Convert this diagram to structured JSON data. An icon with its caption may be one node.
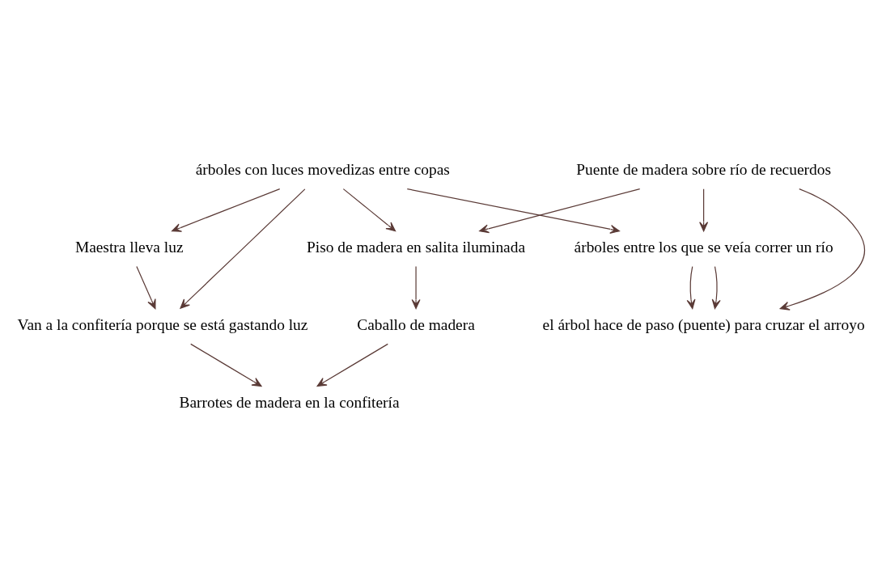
{
  "diagram": {
    "nodes": [
      {
        "text": [
          "Puente de madera sobre río de recuerdos"
        ]
      },
      {
        "text": [
          "árboles con luces movedizas entre copas"
        ]
      },
      {
        "text": [
          "Piso de madera en salita iluminada"
        ]
      },
      {
        "text": [
          "árboles entre los que se veía correr un río"
        ]
      },
      {
        "text": [
          "Caballo de madera"
        ]
      },
      {
        "text": [
          "Maestra lleva luz"
        ]
      },
      {
        "text": [
          "Van a la confitería porque se está gastando luz"
        ]
      },
      {
        "text": [
          "Barrotes de madera en la confitería"
        ]
      },
      {
        "text": [
          "el árbol hace de paso (puente) para cruzar el arroyo"
        ]
      }
    ],
    "edges": [
      {
        "from": 0,
        "to": 2,
        "arrow": "to"
      },
      {
        "from": 0,
        "to": 3,
        "arrow": "to"
      },
      {
        "from": 1,
        "to": 2,
        "arrow": "to"
      },
      {
        "from": 1,
        "to": 3,
        "arrow": "to"
      },
      {
        "from": 1,
        "to": 5,
        "arrow": "to"
      },
      {
        "from": 1,
        "to": 6,
        "arrow": "to"
      },
      {
        "from": 2,
        "to": 4,
        "arrow": "to"
      },
      {
        "from": 5,
        "to": 6,
        "arrow": "to"
      },
      {
        "from": 6,
        "to": 7,
        "arrow": "to"
      },
      {
        "from": 4,
        "to": 7,
        "arrow": "to"
      },
      {
        "from": 3,
        "to": 8,
        "arrow": "to"
      },
      {
        "from": 3,
        "to": 8,
        "arrow": "to"
      },
      {
        "from": 0,
        "to": 8,
        "arrow": "to"
      }
    ]
  }
}
